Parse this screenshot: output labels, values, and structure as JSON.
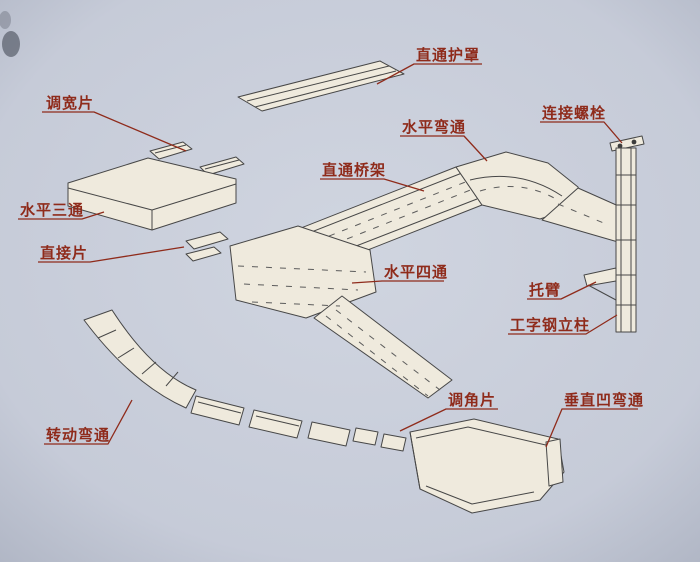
{
  "figure": {
    "description": "Exploded isometric diagram of a cable tray (bridge) system with labeled components",
    "labels": [
      {
        "id": "straight-cover",
        "text": "直通护罩"
      },
      {
        "id": "width-adjust-piece",
        "text": "调宽片"
      },
      {
        "id": "horizontal-bend",
        "text": "水平弯通"
      },
      {
        "id": "connecting-bolt",
        "text": "连接螺栓"
      },
      {
        "id": "straight-tray",
        "text": "直通桥架"
      },
      {
        "id": "horizontal-tee",
        "text": "水平三通"
      },
      {
        "id": "direct-piece",
        "text": "直接片"
      },
      {
        "id": "horizontal-cross",
        "text": "水平四通"
      },
      {
        "id": "support-arm",
        "text": "托臂"
      },
      {
        "id": "i-beam-column",
        "text": "工字钢立柱"
      },
      {
        "id": "angle-adjust-piece",
        "text": "调角片"
      },
      {
        "id": "vertical-concave-bend",
        "text": "垂直凹弯通"
      },
      {
        "id": "rotating-bend",
        "text": "转动弯通"
      }
    ]
  },
  "colors": {
    "background": "#c9cedb",
    "background_edge": "#b2b8c6",
    "label_text": "#8f2b1b",
    "leader_line": "#8f2b1b",
    "part_fill": "#efeadd",
    "part_stroke": "#474747"
  }
}
